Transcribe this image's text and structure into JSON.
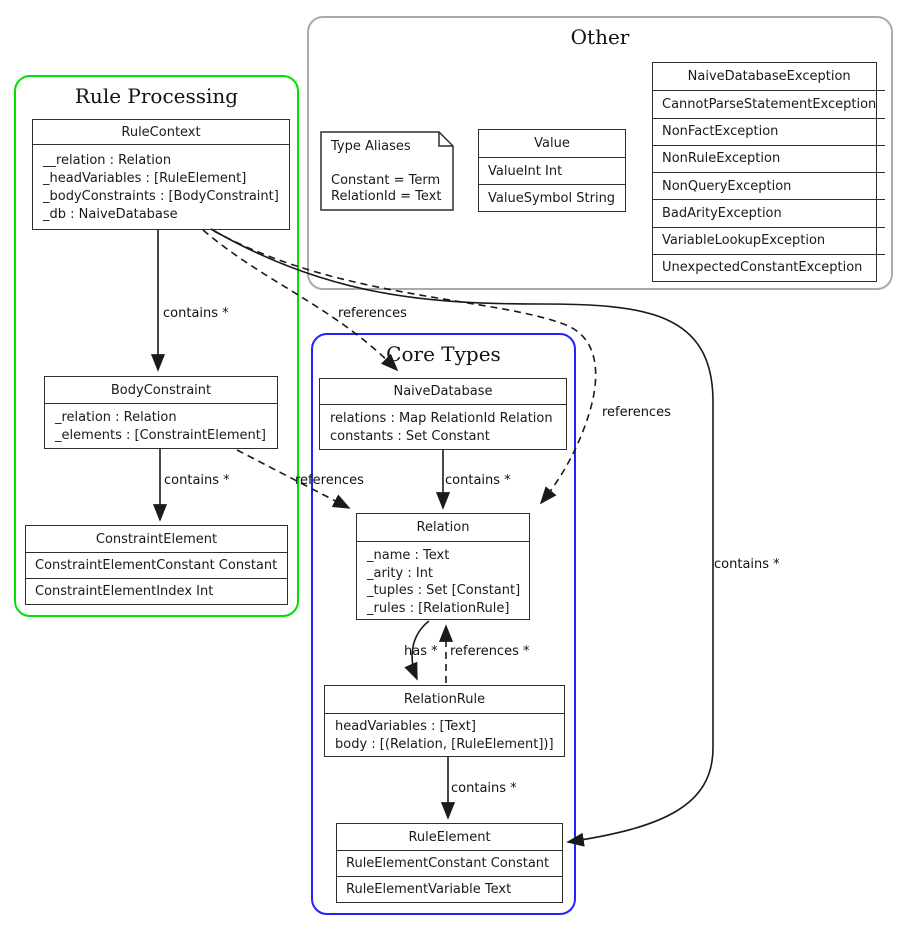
{
  "groups": {
    "rule_processing": {
      "title": "Rule Processing"
    },
    "other": {
      "title": "Other"
    },
    "core_types": {
      "title": "Core Types"
    }
  },
  "note": {
    "title": "Type Aliases",
    "lines": [
      "Constant = Term",
      "RelationId = Text"
    ]
  },
  "boxes": {
    "rule_context": {
      "title": "RuleContext",
      "fields": [
        "__relation : Relation",
        "_headVariables : [RuleElement]",
        "_bodyConstraints : [BodyConstraint]",
        "_db : NaiveDatabase"
      ]
    },
    "body_constraint": {
      "title": "BodyConstraint",
      "fields": [
        "_relation : Relation",
        "_elements : [ConstraintElement]"
      ]
    },
    "constraint_element": {
      "title": "ConstraintElement",
      "rows": [
        "ConstraintElementConstant Constant",
        "ConstraintElementIndex Int"
      ]
    },
    "naive_database": {
      "title": "NaiveDatabase",
      "fields": [
        "relations : Map RelationId Relation",
        "constants : Set Constant"
      ]
    },
    "relation": {
      "title": "Relation",
      "fields": [
        "_name : Text",
        "_arity : Int",
        "_tuples : Set [Constant]",
        "_rules : [RelationRule]"
      ]
    },
    "relation_rule": {
      "title": "RelationRule",
      "fields": [
        "headVariables : [Text]",
        "body : [(Relation, [RuleElement])]"
      ]
    },
    "rule_element": {
      "title": "RuleElement",
      "rows": [
        "RuleElementConstant Constant",
        "RuleElementVariable Text"
      ]
    },
    "value": {
      "title": "Value",
      "rows": [
        "ValueInt Int",
        "ValueSymbol String"
      ]
    },
    "exceptions": {
      "title": "NaiveDatabaseException",
      "rows": [
        "CannotParseStatementException",
        "NonFactException",
        "NonRuleException",
        "NonQueryException",
        "BadArityException",
        "VariableLookupException",
        "UnexpectedConstantException"
      ]
    }
  },
  "edge_labels": {
    "rulecontext_bodyconstraint": "contains *",
    "rulecontext_naivedatabase": "references",
    "rulecontext_relation": "references",
    "rulecontext_ruleelement": "contains *",
    "bodyconstraint_constraintelement": "contains *",
    "bodyconstraint_relation": "references",
    "naivedatabase_relation": "contains *",
    "relation_relationrule": "has *",
    "relationrule_relation": "references *",
    "relationrule_ruleelement": "contains *"
  },
  "colors": {
    "rule_processing_border": "#00e000",
    "core_types_border": "#2222ff",
    "other_border": "#aaaaaa",
    "box_border": "#2e2e2e",
    "edge": "#1a1a1a"
  }
}
